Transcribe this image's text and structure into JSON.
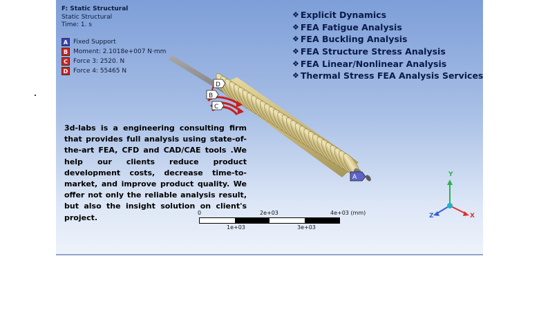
{
  "header": {
    "title": "F: Static Structural",
    "subtitle": "Static Structural",
    "time": "Time: 1. s"
  },
  "legend": [
    {
      "letter": "A",
      "label": "Fixed Support",
      "color": "#3a3fbf"
    },
    {
      "letter": "B",
      "label": "Moment: 2.1018e+007 N·mm",
      "color": "#d4231d"
    },
    {
      "letter": "C",
      "label": "Force 3: 2520. N",
      "color": "#d4231d"
    },
    {
      "letter": "D",
      "label": "Force 4: 55465 N",
      "color": "#d4231d"
    }
  ],
  "services": {
    "bullet": "❖",
    "items": [
      "Explicit Dynamics",
      "FEA Fatigue Analysis",
      "FEA Buckling Analysis",
      "FEA Structure Stress Analysis",
      "FEA Linear/Nonlinear Analysis",
      " Thermal Stress FEA Analysis Services"
    ]
  },
  "description": "3d-labs is a engineering consulting firm that provides full analysis using state-of-the-art FEA, CFD and CAD/CAE tools .We help our clients reduce product development costs, decrease time-to-market, and improve product quality. We offer not only the reliable analysis result, but also the insight solution on client's project.",
  "model_markers": {
    "a": "A",
    "b": "B",
    "c": "C",
    "d": "D"
  },
  "scale_bar": {
    "top_labels": [
      "0",
      "2e+03",
      "4e+03 (mm)"
    ],
    "bottom_labels": [
      "1e+03",
      "3e+03"
    ]
  },
  "triad": {
    "x": "X",
    "y": "Y",
    "z": "Z",
    "x_color": "#e0302a",
    "y_color": "#2bb24c",
    "z_color": "#3a5fd0"
  },
  "colors": {
    "viewport_top": "#7d9ed8",
    "viewport_bottom": "#eef3fb",
    "fin_color": "#e7d9a1",
    "service_text": "#081a48"
  }
}
